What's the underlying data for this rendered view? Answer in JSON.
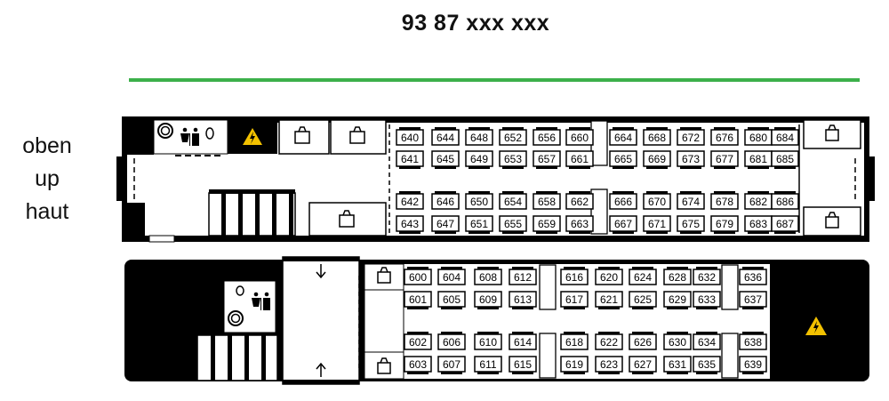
{
  "car_number": "93 87 xxx xxx",
  "level_label": [
    "oben",
    "up",
    "haut"
  ],
  "colors": {
    "accent_line": "#3cb04a",
    "wall": "#000000",
    "warning_sign": "#f2c100"
  },
  "icons": [
    "toilet-icon",
    "high-voltage-warning-icon",
    "luggage-rack-icon",
    "stairs-icon",
    "door-arrow-icon"
  ],
  "upper_deck": {
    "top_row_seats": [
      "640",
      "644",
      "648",
      "652",
      "656",
      "660",
      "664",
      "668",
      "672",
      "676",
      "680",
      "684"
    ],
    "top_row_seats_2": [
      "641",
      "645",
      "649",
      "653",
      "657",
      "661",
      "665",
      "669",
      "673",
      "677",
      "681",
      "685"
    ],
    "bottom_row_seats": [
      "642",
      "646",
      "650",
      "654",
      "658",
      "662",
      "666",
      "670",
      "674",
      "678",
      "682",
      "686"
    ],
    "bottom_row_seats_2": [
      "643",
      "647",
      "651",
      "655",
      "659",
      "663",
      "667",
      "671",
      "675",
      "679",
      "683",
      "687"
    ]
  },
  "lower_deck": {
    "top_row_seats": [
      "600",
      "604",
      "608",
      "612",
      "616",
      "620",
      "624",
      "628",
      "632",
      "636"
    ],
    "top_row_seats_2": [
      "601",
      "605",
      "609",
      "613",
      "617",
      "621",
      "625",
      "629",
      "633",
      "637"
    ],
    "bottom_row_seats": [
      "602",
      "606",
      "610",
      "614",
      "618",
      "622",
      "626",
      "630",
      "634",
      "638"
    ],
    "bottom_row_seats_2": [
      "603",
      "607",
      "611",
      "615",
      "619",
      "623",
      "627",
      "631",
      "635",
      "639"
    ]
  }
}
